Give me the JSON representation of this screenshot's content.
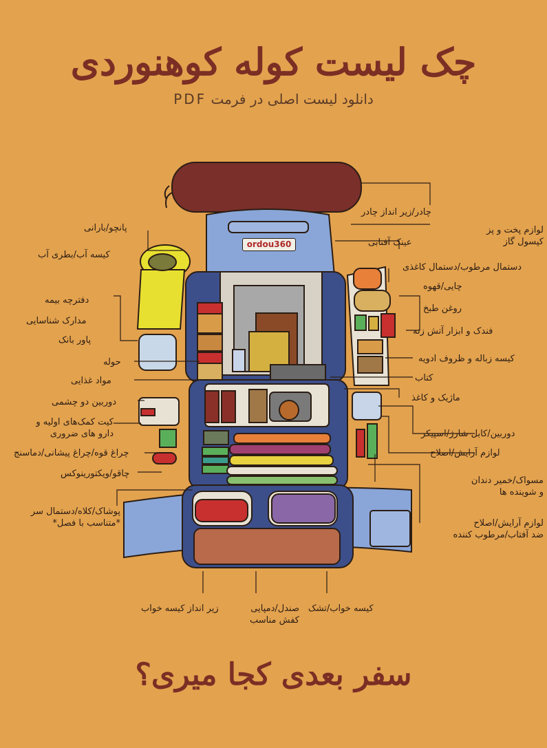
{
  "header": {
    "title": "چک لیست کوله کوهنوردی",
    "subtitle": "دانلود لیست اصلی در فرمت PDF"
  },
  "backpack": {
    "brand": "ordou360"
  },
  "labels": {
    "tent_mat": "چادر/زیر انداز چادر",
    "cookware": "لوازم پخت و پز\nکپسول گاز",
    "poncho": "پانچو/بارانی",
    "water_bag": "کیسه آب/بطری آب",
    "sunglasses": "عینک آفتابی",
    "wet_wipes": "دستمال مرطوب/دستمال کاغذی",
    "insurance": "دفترچه بیمه",
    "id_docs": "مدارک شناسایی",
    "tea": "چایی/قهوه",
    "oil": "روغن طبخ",
    "powerbank": "پاور بانک",
    "lighter": "فندک و ابزار آتش زنه",
    "towel": "حوله",
    "trash_bag": "کیسه زباله و ظروف ادویه",
    "food": "مواد غذایی",
    "book": "کتاب",
    "binoculars": "دوربین دو چشمی",
    "pen_paper": "ماژیک و کاغذ",
    "first_aid": "کیت کمک‌های اولیه و\nدارو های ضروری",
    "camera": "دوربین/کابل شارژ/اسپیکر",
    "flashlight": "چراغ قوه/چراغ پیشانی/دماسنج",
    "toiletries": "لوازم آرایش/اصلاح",
    "knife": "چاقو/ویکتورینوکس",
    "toothbrush": "مسواک/خمیر دندان\nو شوینده ها",
    "clothing": "پوشاک/کلاه/دستمال سر\n*متناسب با فصل*",
    "sunscreen": "لوازم آرایش/اصلاح\nضد آفتاب/مرطوب کننده",
    "ground_sheet": "زیر انداز کیسه خواب",
    "sandals": "صندل/دمپایی\nکفش مناسب",
    "sleeping_bag": "کیسه خواب/تشک"
  },
  "footer": {
    "slogan": "سفر بعدی کجا میری؟"
  },
  "colors": {
    "background": "#e3a24e",
    "title": "#7a2e24",
    "pack_blue": "#8aa6d8",
    "pack_dark": "#3c4f8a",
    "sleeping_roll": "#7a2f2a"
  }
}
